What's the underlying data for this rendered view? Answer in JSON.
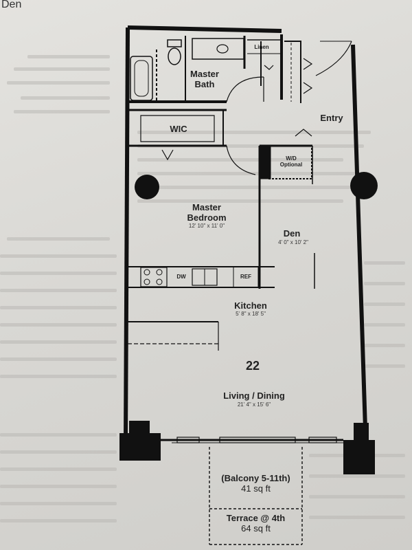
{
  "header": {
    "corner_label": "Den"
  },
  "unit": {
    "number": "22"
  },
  "rooms": {
    "master_bath": {
      "line1": "Master",
      "line2": "Bath"
    },
    "linen": {
      "label": "Linen"
    },
    "wic": {
      "label": "WIC"
    },
    "entry": {
      "label": "Entry"
    },
    "wd": {
      "line1": "W/D",
      "line2": "Optional"
    },
    "master_bedroom": {
      "line1": "Master",
      "line2": "Bedroom",
      "dims": "12' 10\" x 11' 0\""
    },
    "den": {
      "label": "Den",
      "dims": "4' 0\" x 10' 2\""
    },
    "kitchen": {
      "label": "Kitchen",
      "dims": "5' 8\" x 18' 5\""
    },
    "living": {
      "label": "Living / Dining",
      "dims": "21' 4\" x 15' 6\""
    },
    "balcony": {
      "line1": "(Balcony 5-11th)",
      "line2": "41 sq ft"
    },
    "terrace": {
      "line1": "Terrace @ 4th",
      "line2": "64 sq ft"
    }
  },
  "appliances": {
    "dw": "DW",
    "ref": "REF"
  }
}
